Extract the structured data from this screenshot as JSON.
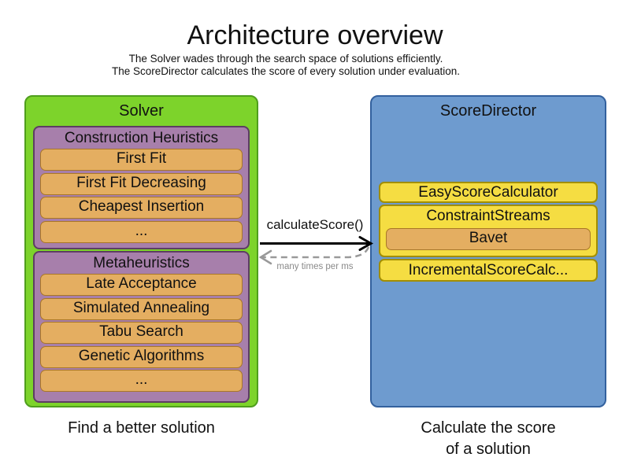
{
  "header": {
    "title": "Architecture overview",
    "subtitle_line1": "The Solver wades through the search space of solutions efficiently.",
    "subtitle_line2": "The ScoreDirector calculates the score of every solution under evaluation."
  },
  "solver": {
    "label": "Solver",
    "caption": "Find a better solution",
    "groups": [
      {
        "label": "Construction Heuristics",
        "items": [
          {
            "label": "First Fit"
          },
          {
            "label": "First Fit Decreasing"
          },
          {
            "label": "Cheapest Insertion"
          },
          {
            "label": "..."
          }
        ]
      },
      {
        "label": "Metaheuristics",
        "items": [
          {
            "label": "Late Acceptance"
          },
          {
            "label": "Simulated Annealing"
          },
          {
            "label": "Tabu Search"
          },
          {
            "label": "Genetic Algorithms"
          },
          {
            "label": "..."
          }
        ]
      }
    ]
  },
  "score_director": {
    "label": "ScoreDirector",
    "caption_line1": "Calculate the score",
    "caption_line2": "of a solution",
    "calculators": [
      {
        "label": "EasyScoreCalculator"
      },
      {
        "label": "ConstraintStreams",
        "child": {
          "label": "Bavet"
        }
      },
      {
        "label": "IncrementalScoreCalc..."
      }
    ]
  },
  "arrow": {
    "label": "calculateScore()",
    "sublabel": "many times per ms"
  },
  "colors": {
    "solver_fill": "#7dd32b",
    "solver_border": "#4f9e1d",
    "group_fill": "#a77fab",
    "group_border": "#5d3d63",
    "item_fill": "#e4ae61",
    "item_border": "#a97726",
    "score_director_fill": "#6e9bcf",
    "score_director_border": "#33619e",
    "calculator_fill": "#f5dd42",
    "calculator_border": "#a28e00",
    "solid_arrow": "#000000",
    "dashed_arrow": "#999999",
    "background": "#ffffff"
  }
}
